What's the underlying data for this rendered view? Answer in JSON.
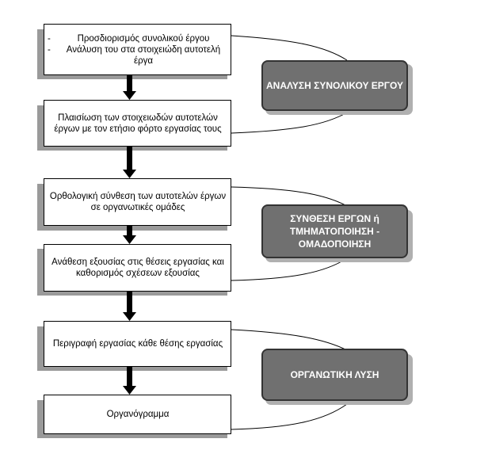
{
  "steps": [
    {
      "id": "step-1",
      "bullets": [
        "Προσδιορισμός συνολικού έργου",
        "Ανάλυση του στα στοιχειώδη αυτοτελή έργα"
      ]
    },
    {
      "id": "step-2",
      "text": "Πλαισίωση των στοιχειωδών αυτοτελών έργων με τον ετήσιο φόρτο εργασίας τους"
    },
    {
      "id": "step-3",
      "text": "Ορθολογική σύνθεση των αυτοτελών έργων σε οργανωτικές ομάδες"
    },
    {
      "id": "step-4",
      "text": "Ανάθεση εξουσίας στις θέσεις εργασίας και καθορισμός σχέσεων εξουσίας"
    },
    {
      "id": "step-5",
      "text": "Περιγραφή εργασίας κάθε θέσης εργασίας"
    },
    {
      "id": "step-6",
      "text": "Οργανόγραμμα"
    }
  ],
  "phases": [
    {
      "id": "phase-1",
      "text": "ΑΝΑΛΥΣΗ ΣΥΝΟΛΙΚΟΥ ΕΡΓΟΥ"
    },
    {
      "id": "phase-2",
      "text": "ΣΥΝΘΕΣΗ ΕΡΓΩΝ ή ΤΜΗΜΑΤΟΠΟΙΗΣΗ - ΟΜΑΔΟΠΟΙΗΣΗ"
    },
    {
      "id": "phase-3",
      "text": "ΟΡΓΑΝΩΤΙΚΗ ΛΥΣΗ"
    }
  ],
  "colors": {
    "phase_fill": "#707070",
    "phase_border": "#333333",
    "shadow": "#9a9a9a",
    "arrow": "#000000"
  }
}
